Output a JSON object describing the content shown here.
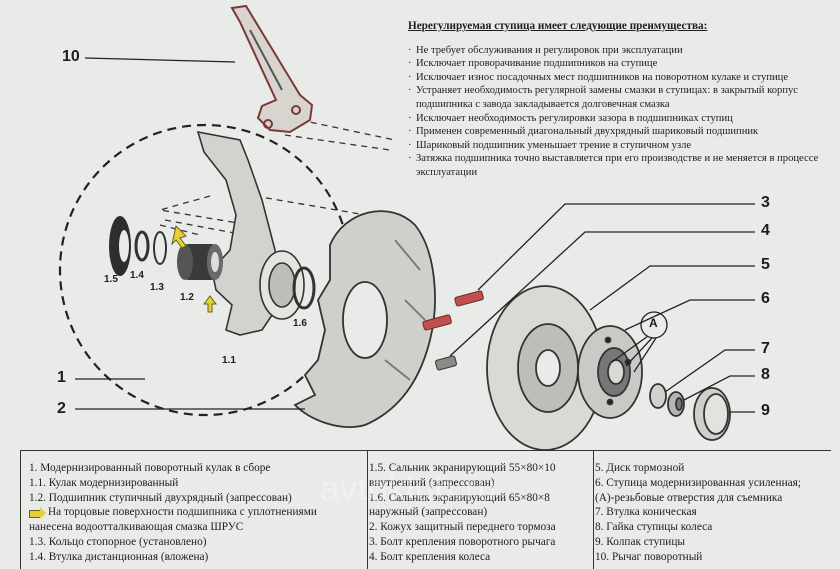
{
  "advantages": {
    "title": "Нерегулируемая ступица имеет следующие преимущества:",
    "items": [
      "Не требует обслуживания и регулировок при эксплуатации",
      "Исключает проворачивание подшипников на ступице",
      "Исключает износ посадочных мест подшипников  на поворотном кулаке и ступице",
      "Устраняет необходимость регулярной замены смазки в ступицах:  в закрытый корпус подшипника с завода закладывается долговечная смазка",
      "Исключает необходимость регулировки зазора в подшипниках ступиц",
      "Применен современный диагональный двухрядный шариковый подшипник",
      "Шариковый подшипник уменьшает трение в ступичном узле",
      "Затяжка подшипника точно выставляется при его производстве и не меняется в процессе эксплуатации"
    ]
  },
  "callouts": {
    "n1": "1",
    "n2": "2",
    "n3": "3",
    "n4": "4",
    "n5": "5",
    "n6": "6",
    "n7": "7",
    "n8": "8",
    "n9": "9",
    "n10": "10",
    "s11": "1.1",
    "s12": "1.2",
    "s13": "1.3",
    "s14": "1.4",
    "s15": "1.5",
    "s16": "1.6",
    "a": "A"
  },
  "legend": {
    "col1": [
      "1. Модернизированный поворотный кулак в сборе",
      "1.1. Кулак модернизированный",
      "1.2. Подшипник ступичный двухрядный (запрессован)",
      "На торцовые поверхности подшипника с уплотнениями",
      "нанесена водоотталкивающая смазка ШРУС",
      "1.3. Кольцо стопорное (установлено)",
      "1.4. Втулка дистанционная (вложена)"
    ],
    "col2": [
      "1.5. Сальник экранирующий 55×80×10",
      "внутренний (запрессован)",
      "1.6. Сальник экранирующий 65×80×8",
      "наружный (запрессован)",
      "2. Кожух защитный переднего тормоза",
      "3. Болт крепления поворотного рычага",
      "4. Болт крепления колеса"
    ],
    "col3": [
      "5. Диск тормозной",
      "6. Ступица модернизированная усиленная;",
      "(А)-резьбовые отверстия для съемника",
      "7. Втулка коническая",
      "8. Гайка ступицы колеса",
      "9. Колпак ступицы",
      "10. Рычаг поворотный"
    ]
  },
  "watermark": "avtoklub.ru",
  "colors": {
    "accent_yellow": "#e5d23a",
    "bolt_red": "#c0504d",
    "background": "#e9ebe8"
  }
}
